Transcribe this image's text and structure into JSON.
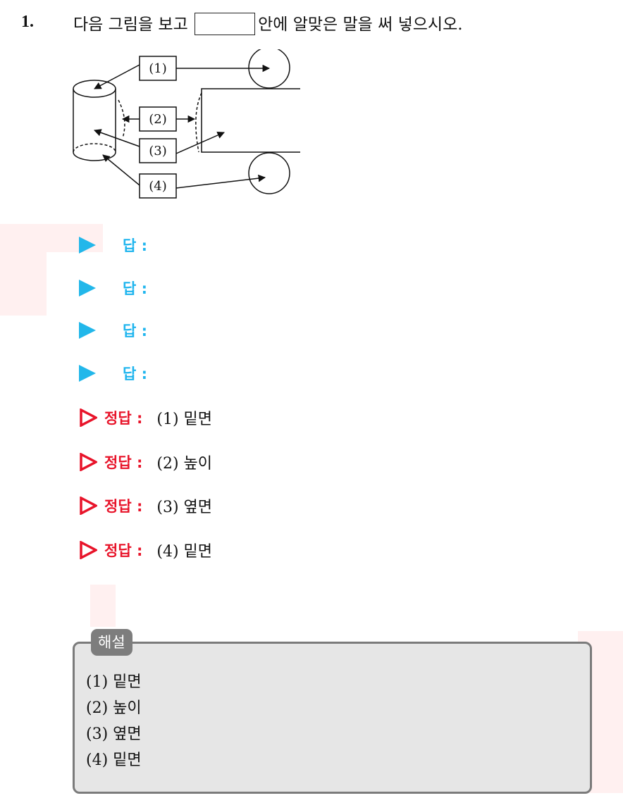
{
  "question": {
    "number": "1.",
    "text_before": "다음 그림을 보고",
    "text_after": "안에 알맞은 말을 써 넣으시오."
  },
  "figure": {
    "labels": [
      "(1)",
      "(2)",
      "(3)",
      "(4)"
    ]
  },
  "answer_inputs": [
    {
      "label": "답 :"
    },
    {
      "label": "답 :"
    },
    {
      "label": "답 :"
    },
    {
      "label": "답 :"
    }
  ],
  "solutions": [
    {
      "label": "정답 :",
      "value": "(1) 밑면"
    },
    {
      "label": "정답 :",
      "value": "(2) 높이"
    },
    {
      "label": "정답 :",
      "value": "(3) 옆면"
    },
    {
      "label": "정답 :",
      "value": "(4) 밑면"
    }
  ],
  "explanation": {
    "tag": "해설",
    "lines": [
      "(1) 밑면",
      "(2) 높이",
      "(3) 옆면",
      "(4) 밑면"
    ]
  },
  "colors": {
    "answer_accent": "#1fb5ee",
    "solution_accent": "#e8142a",
    "explanation_tag": "#7d7d7d",
    "explanation_bg": "#e6e6e6"
  }
}
